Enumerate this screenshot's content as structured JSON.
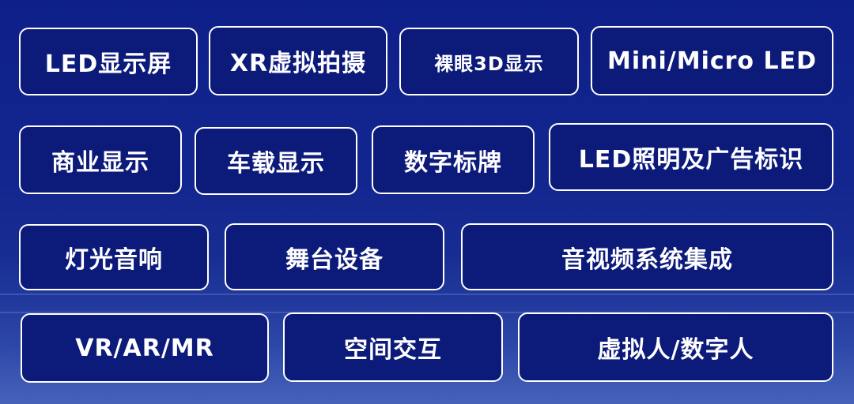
{
  "tags": [
    "LED显示屏",
    "XR虚拟拍摄",
    "裸眼3D显示",
    "Mini/Micro LED",
    "商业显示",
    "车载显示",
    "数字标牌",
    "LED照明及广告标识",
    "灯光音响",
    "舞台设备",
    "音视频系统集成",
    "VR/AR/MR",
    "空间交互",
    "虚拟人/数字人"
  ],
  "colors": {
    "background": "#13268f",
    "tag_fill": "#0c1a7a",
    "tag_border": "#ffffff",
    "text": "#ffffff"
  }
}
